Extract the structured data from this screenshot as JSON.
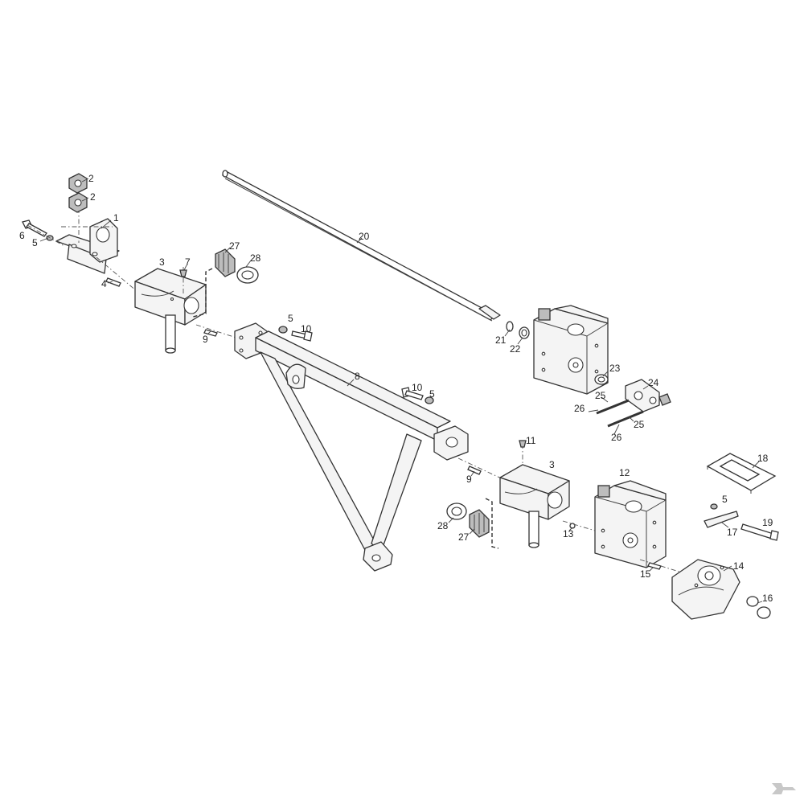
{
  "diagram": {
    "callouts": [
      {
        "id": "c1",
        "text": "1"
      },
      {
        "id": "c2a",
        "text": "2"
      },
      {
        "id": "c2b",
        "text": "2"
      },
      {
        "id": "c3a",
        "text": "3"
      },
      {
        "id": "c3b",
        "text": "3"
      },
      {
        "id": "c4",
        "text": "4"
      },
      {
        "id": "c5a",
        "text": "5"
      },
      {
        "id": "c5b",
        "text": "5"
      },
      {
        "id": "c5c",
        "text": "5"
      },
      {
        "id": "c5d",
        "text": "5"
      },
      {
        "id": "c6",
        "text": "6"
      },
      {
        "id": "c7",
        "text": "7"
      },
      {
        "id": "c8",
        "text": "8"
      },
      {
        "id": "c9a",
        "text": "9"
      },
      {
        "id": "c9b",
        "text": "9"
      },
      {
        "id": "c10a",
        "text": "10"
      },
      {
        "id": "c10b",
        "text": "10"
      },
      {
        "id": "c11",
        "text": "11"
      },
      {
        "id": "c12",
        "text": "12"
      },
      {
        "id": "c13",
        "text": "13"
      },
      {
        "id": "c14",
        "text": "14"
      },
      {
        "id": "c15",
        "text": "15"
      },
      {
        "id": "c16",
        "text": "16"
      },
      {
        "id": "c17",
        "text": "17"
      },
      {
        "id": "c18",
        "text": "18"
      },
      {
        "id": "c19",
        "text": "19"
      },
      {
        "id": "c20",
        "text": "20"
      },
      {
        "id": "c21",
        "text": "21"
      },
      {
        "id": "c22",
        "text": "22"
      },
      {
        "id": "c23",
        "text": "23"
      },
      {
        "id": "c24",
        "text": "24"
      },
      {
        "id": "c25a",
        "text": "25"
      },
      {
        "id": "c25b",
        "text": "25"
      },
      {
        "id": "c26a",
        "text": "26"
      },
      {
        "id": "c26b",
        "text": "26"
      },
      {
        "id": "c27a",
        "text": "27"
      },
      {
        "id": "c27b",
        "text": "27"
      },
      {
        "id": "c28a",
        "text": "28"
      },
      {
        "id": "c28b",
        "text": "28"
      }
    ]
  },
  "brand": {
    "logo_icon": "kramp-k-logo-icon",
    "color": "#c8c8c8"
  }
}
